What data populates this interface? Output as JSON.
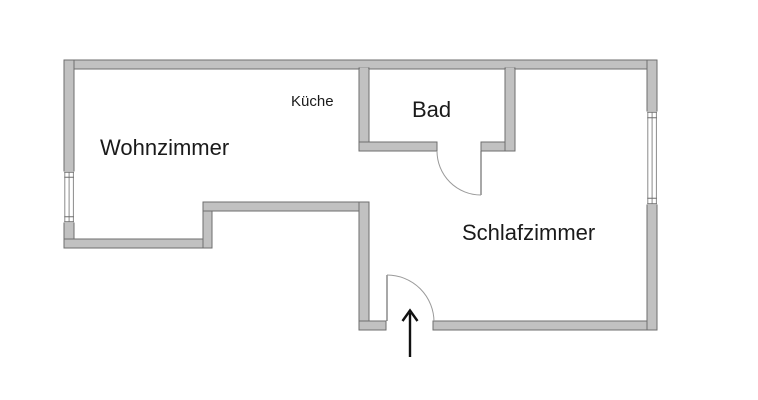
{
  "floorplan": {
    "rooms": {
      "wohnzimmer": {
        "label": "Wohnzimmer"
      },
      "kueche": {
        "label": "Küche"
      },
      "bad": {
        "label": "Bad"
      },
      "schlafzimmer": {
        "label": "Schlafzimmer"
      }
    },
    "features": {
      "windows": [
        "left-wall-window",
        "right-wall-window"
      ],
      "doors": [
        "bad-door",
        "entrance-door"
      ],
      "entrance_marker": "up-arrow"
    },
    "icons": {
      "entrance_arrow": "up-arrow-icon"
    },
    "colors": {
      "wall_fill": "#c1c1c1",
      "wall_edge": "#6e6e6e",
      "door_swing": "#9a9a9a",
      "arrow": "#111111",
      "text": "#1a1a1a",
      "background": "#ffffff"
    }
  }
}
